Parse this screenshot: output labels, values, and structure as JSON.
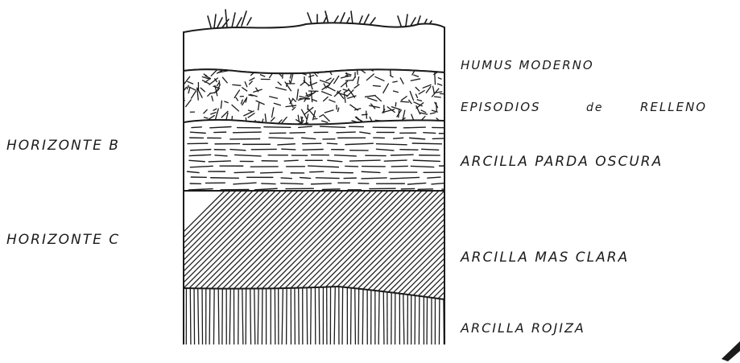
{
  "diagram": {
    "side_labels": {
      "horizon_b": "HORIZONTE  B",
      "horizon_c": "HORIZONTE  C"
    },
    "layers": [
      {
        "id": "humus",
        "label": "HUMUS  MODERNO"
      },
      {
        "id": "relleno",
        "label_a": "EPISODIOS",
        "label_b": "de",
        "label_c": "RELLENO"
      },
      {
        "id": "arcilla-parda",
        "label": "ARCILLA  PARDA  OSCURA"
      },
      {
        "id": "arcilla-clara",
        "label": "ARCILLA  MAS  CLARA"
      },
      {
        "id": "arcilla-rojiza",
        "label": "ARCILLA    ROJIZA"
      }
    ],
    "ink_color": "#1b1b1b",
    "paper_color": "#ffffff"
  }
}
